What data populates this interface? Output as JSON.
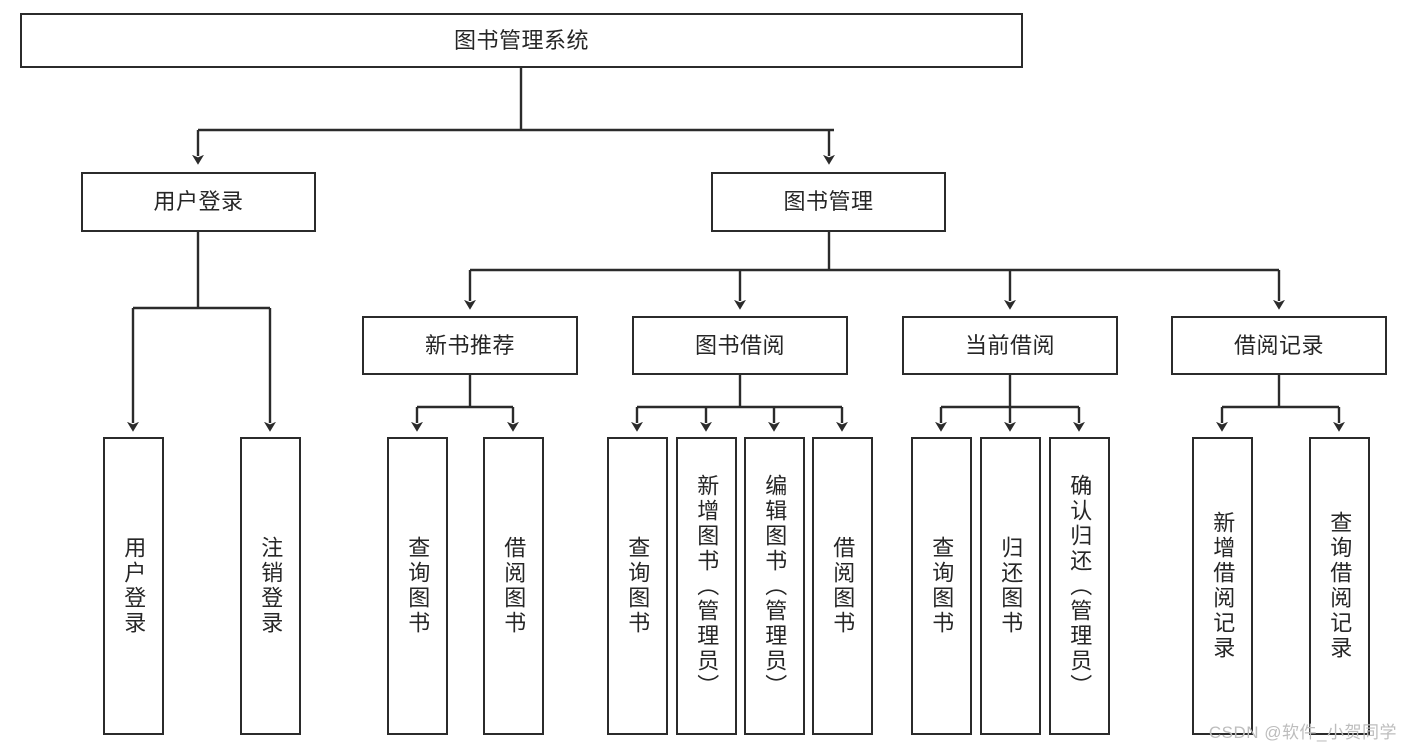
{
  "diagram": {
    "title": "图书管理系统",
    "type": "tree",
    "watermark": "CSDN @软件_小贺同学",
    "colors": {
      "box_border": "#2b2b2b",
      "box_fill": "#ffffff",
      "edge": "#2b2b2b",
      "text": "#262626",
      "watermark": "#bdbdbd",
      "background": "#ffffff"
    },
    "nodes": {
      "root": {
        "label": "图书管理系统"
      },
      "level2": [
        {
          "id": "user-login",
          "label": "用户登录"
        },
        {
          "id": "book-manage",
          "label": "图书管理"
        }
      ],
      "level3": [
        {
          "id": "new-book-recommend",
          "label": "新书推荐"
        },
        {
          "id": "book-borrow",
          "label": "图书借阅"
        },
        {
          "id": "current-borrow",
          "label": "当前借阅"
        },
        {
          "id": "borrow-record",
          "label": "借阅记录"
        }
      ],
      "leaves": {
        "user-login": [
          {
            "id": "leaf-user-login",
            "label": "用户登录"
          },
          {
            "id": "leaf-user-logout",
            "label": "注销登录"
          }
        ],
        "new-book-recommend": [
          {
            "id": "leaf-query-book-1",
            "label": "查询图书"
          },
          {
            "id": "leaf-borrow-book-1",
            "label": "借阅图书"
          }
        ],
        "book-borrow": [
          {
            "id": "leaf-query-book-2",
            "label": "查询图书"
          },
          {
            "id": "leaf-add-book",
            "label": "新增图书（管理员）"
          },
          {
            "id": "leaf-edit-book",
            "label": "编辑图书（管理员）"
          },
          {
            "id": "leaf-borrow-book-2",
            "label": "借阅图书"
          }
        ],
        "current-borrow": [
          {
            "id": "leaf-query-book-3",
            "label": "查询图书"
          },
          {
            "id": "leaf-return-book",
            "label": "归还图书"
          },
          {
            "id": "leaf-confirm-return",
            "label": "确认归还（管理员）"
          }
        ],
        "borrow-record": [
          {
            "id": "leaf-add-record",
            "label": "新增借阅记录"
          },
          {
            "id": "leaf-query-record",
            "label": "查询借阅记录"
          }
        ]
      }
    }
  }
}
